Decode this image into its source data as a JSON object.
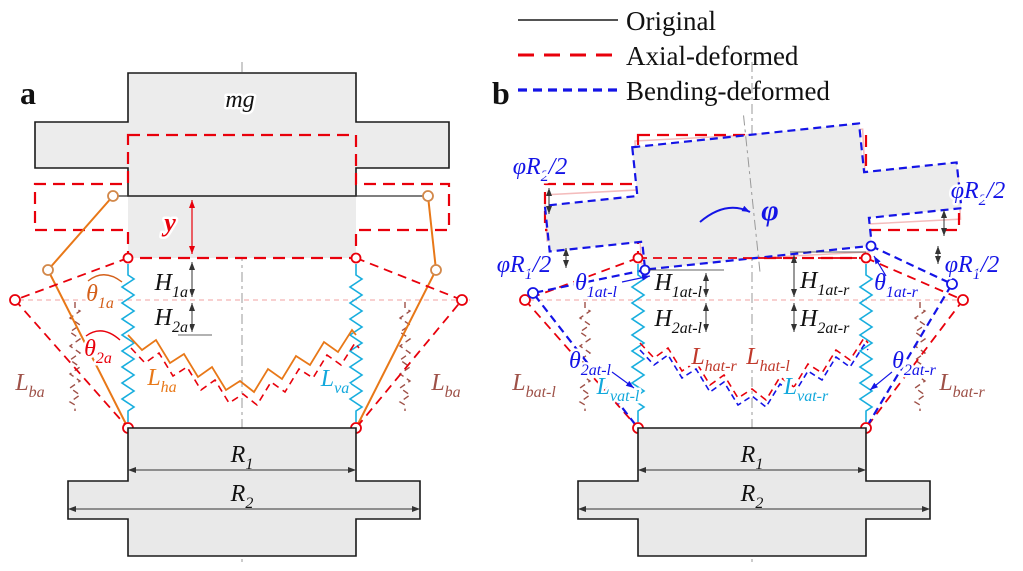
{
  "legend": {
    "items": [
      {
        "label": "Original",
        "color": "#1a1a1a"
      },
      {
        "label": "Axial-deformed",
        "color": "#e8000b"
      },
      {
        "label": "Bending-deformed",
        "color": "#1414e6"
      }
    ]
  },
  "colors": {
    "original": "#1a1a1a",
    "axial_deformed": "#e8000b",
    "bending_deformed": "#1414e6",
    "horizontal_spring": "#e87818",
    "vertical_spring": "#18aede",
    "base_spring": "#9e5148",
    "mass_fill": "#ececec"
  },
  "panel_a": {
    "tag": "a",
    "labels": {
      "mg": {
        "pre": "mg"
      },
      "y": {
        "pre": "y"
      },
      "H1a": {
        "pre": "H",
        "sub": "1a"
      },
      "H2a": {
        "pre": "H",
        "sub": "2a"
      },
      "theta_1a": {
        "pre": "θ",
        "sub": "1a"
      },
      "theta_2a": {
        "pre": "θ",
        "sub": "2a"
      },
      "L_ba": {
        "pre": "L",
        "sub": "ba"
      },
      "L_ha": {
        "pre": "L",
        "sub": "ha"
      },
      "L_va": {
        "pre": "L",
        "sub": "va"
      },
      "R1": {
        "pre": "R",
        "sub": "1"
      },
      "R2": {
        "pre": "R",
        "sub": "2"
      }
    }
  },
  "panel_b": {
    "tag": "b",
    "labels": {
      "phi": {
        "pre": "φ"
      },
      "phi_R2_2": {
        "pre": "φR",
        "sub": "2",
        "post": "/2"
      },
      "phi_R1_2": {
        "pre": "φR",
        "sub": "1",
        "post": "/2"
      },
      "theta_1at_l": {
        "pre": "θ",
        "sub": "1at-l"
      },
      "theta_1at_r": {
        "pre": "θ",
        "sub": "1at-r"
      },
      "theta_2at_l": {
        "pre": "θ",
        "sub": "2at-l"
      },
      "theta_2at_r": {
        "pre": "θ",
        "sub": "2at-r"
      },
      "H1at_l": {
        "pre": "H",
        "sub": "1at-l"
      },
      "H1at_r": {
        "pre": "H",
        "sub": "1at-r"
      },
      "H2at_l": {
        "pre": "H",
        "sub": "2at-l"
      },
      "H2at_r": {
        "pre": "H",
        "sub": "2at-r"
      },
      "L_bat_l": {
        "pre": "L",
        "sub": "bat-l"
      },
      "L_bat_r": {
        "pre": "L",
        "sub": "bat-r"
      },
      "L_vat_l": {
        "pre": "L",
        "sub": "vat-l"
      },
      "L_vat_r": {
        "pre": "L",
        "sub": "vat-r"
      },
      "L_hat_l": {
        "pre": "L",
        "sub": "hat-l"
      },
      "L_hat_r": {
        "pre": "L",
        "sub": "hat-r"
      },
      "R1": {
        "pre": "R",
        "sub": "1"
      },
      "R2": {
        "pre": "R",
        "sub": "2"
      }
    }
  }
}
